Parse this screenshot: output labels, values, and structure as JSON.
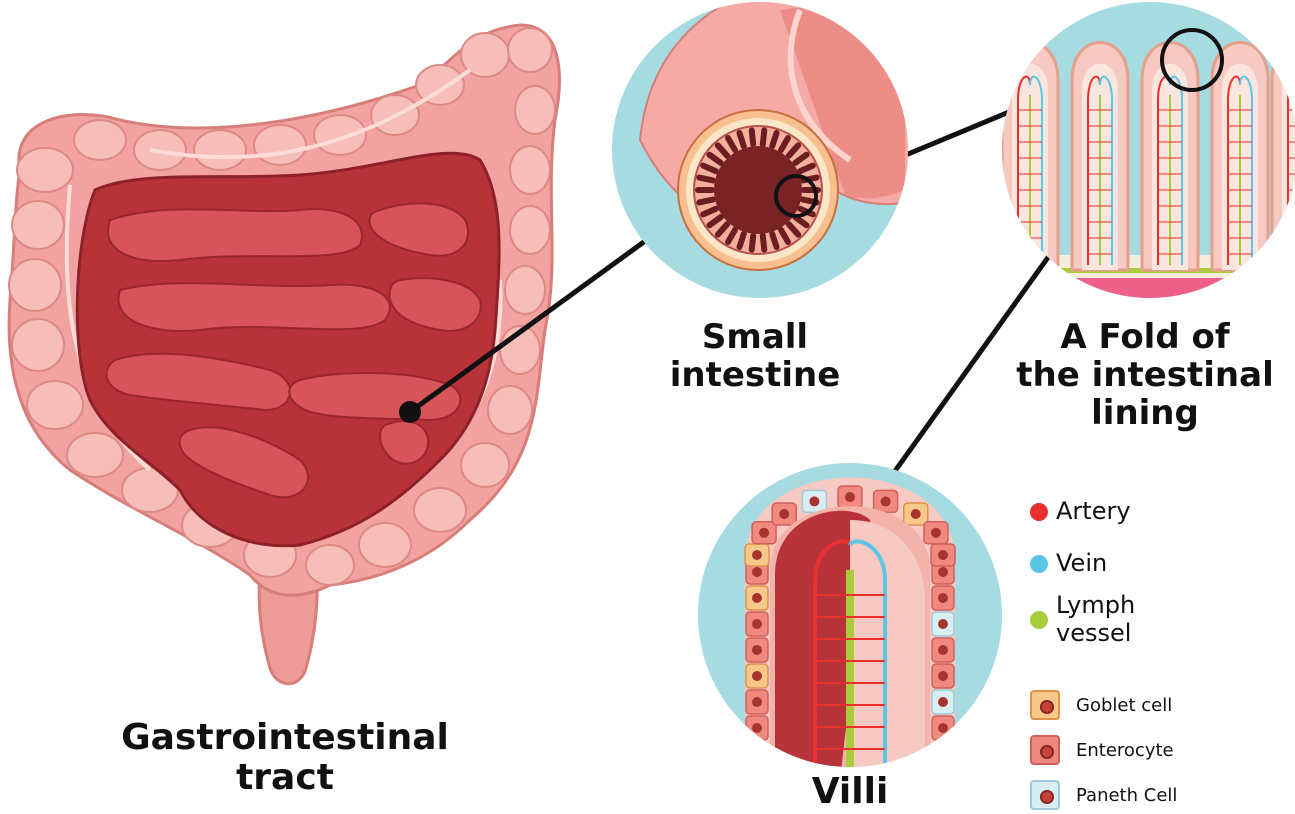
{
  "labels": {
    "gastrointestinal": [
      "Gastrointestinal",
      "tract"
    ],
    "small_intestine": [
      "Small",
      "intestine"
    ],
    "fold": [
      "A Fold of",
      "the intestinal",
      "lining"
    ],
    "villi": "Villi"
  },
  "legend": {
    "vessels": [
      {
        "lines": [
          "Artery"
        ],
        "color": "#e8312e"
      },
      {
        "lines": [
          "Vein"
        ],
        "color": "#5bc6e6"
      },
      {
        "lines": [
          "Lymph",
          "vessel"
        ],
        "color": "#a8cc3a"
      }
    ],
    "cells": [
      {
        "label": "Goblet cell",
        "fill": "#f6c98a",
        "border": "#e0914a"
      },
      {
        "label": "Enterocyte",
        "fill": "#f08a80",
        "border": "#d0605a"
      },
      {
        "label": "Paneth Cell",
        "fill": "#d9eef3",
        "border": "#9ccad6"
      }
    ]
  },
  "colors": {
    "circle_bg": "#a6dbe1",
    "colon": "#f2a2a0",
    "small_intestine": "#b8323a",
    "line": "#111111"
  }
}
